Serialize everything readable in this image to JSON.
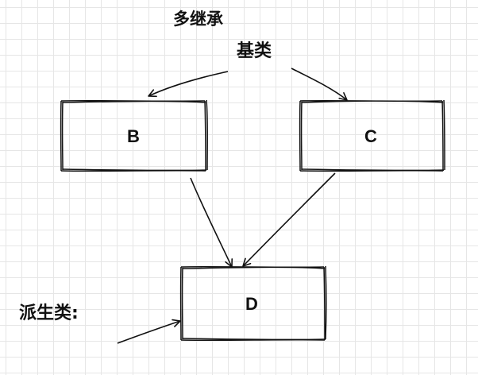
{
  "labels": {
    "title": "多继承",
    "base": "基类",
    "derived": "派生类:"
  },
  "boxes": {
    "b": "B",
    "c": "C",
    "d": "D"
  }
}
